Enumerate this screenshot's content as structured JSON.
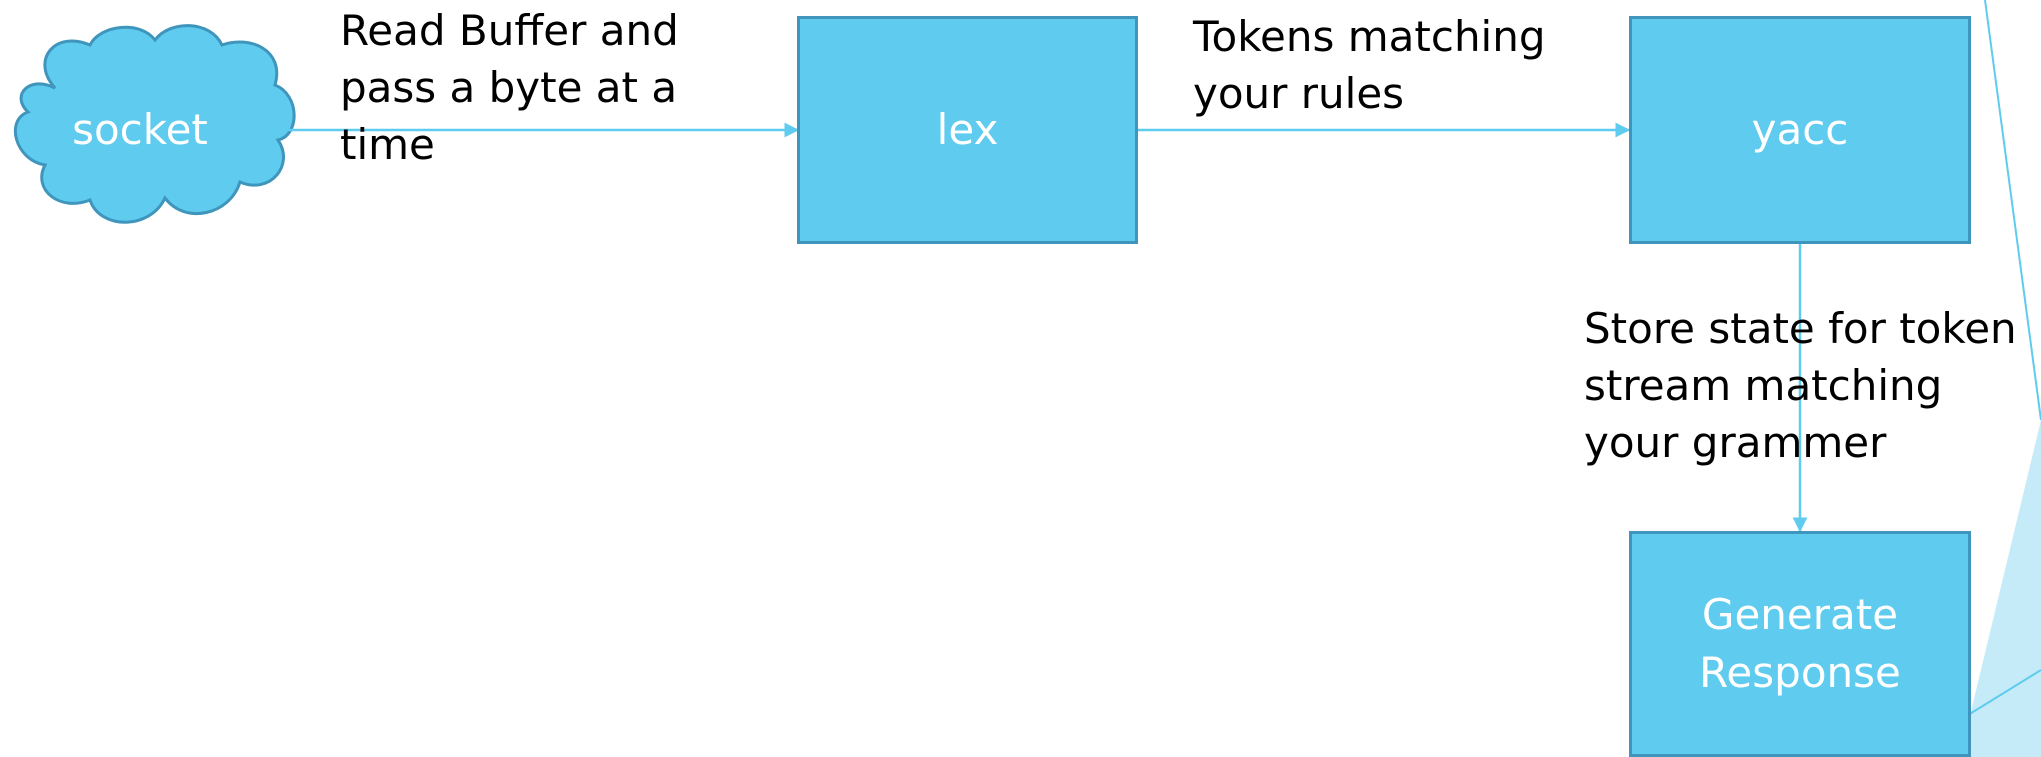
{
  "diagram": {
    "nodes": {
      "socket": "socket",
      "lex": "lex",
      "yacc": "yacc",
      "generate_response": "Generate\nResponse"
    },
    "edge_labels": {
      "socket_to_lex": "Read Buffer and\npass a byte at a\ntime",
      "lex_to_yacc": "Tokens matching\nyour rules",
      "yacc_to_response": "Store state for token\nstream matching\nyour grammer"
    }
  },
  "colors": {
    "node_fill": "#5ecbef",
    "node_border": "#3f95bb",
    "connector": "#5ecbef",
    "decoration_fill": "#c6ebf8"
  }
}
